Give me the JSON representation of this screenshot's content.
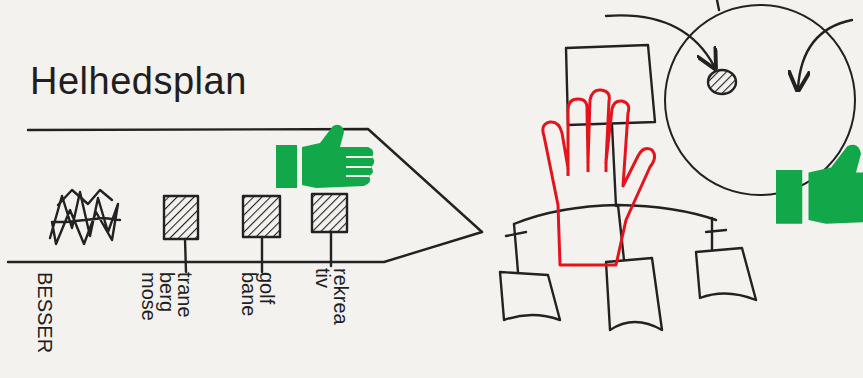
{
  "diagram": {
    "title": "Helhedsplan",
    "labels": [
      "BESSER",
      "trane berg mose",
      "golf bane",
      "rekrea tiv"
    ]
  }
}
